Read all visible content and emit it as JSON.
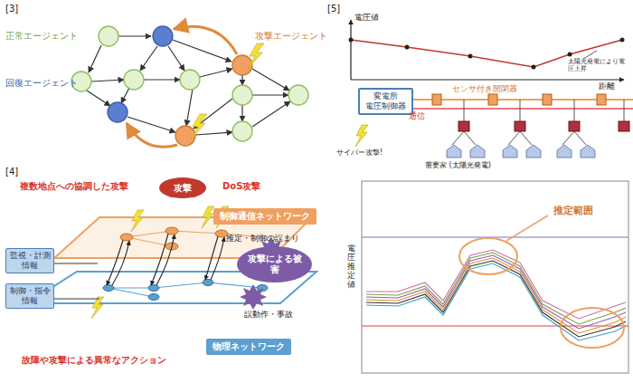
{
  "diagram": {
    "nodes": [
      {
        "text": [
          "攻撃"
        ]
      },
      {
        "text": [
          "制御通信ネットワーク"
        ]
      },
      {
        "text": [
          "攻撃による被害"
        ]
      },
      {
        "text": [
          "監視・計測情報"
        ]
      },
      {
        "text": [
          "制御・指令情報"
        ]
      },
      {
        "text": [
          "物理ネットワーク"
        ]
      },
      {
        "text": [
          "変電所",
          "電圧制御器"
        ]
      }
    ],
    "labels": [
      "[3]",
      "正常エージェント",
      "回復エージェント",
      "攻撃エージェント",
      "[4]",
      "複数地点への協調した攻撃",
      "DoS攻撃",
      "推定・制御の誤まり",
      "誤動作・事故",
      "故障や攻撃による異常なアクション",
      "[5]",
      "電圧値",
      "距離",
      "太陽光発電により電圧上昇",
      "センサ付き開閉器",
      "通信",
      "サイバー攻撃!",
      "需要家 (太陽光発電)",
      "推定範囲",
      "電圧推定値"
    ]
  }
}
